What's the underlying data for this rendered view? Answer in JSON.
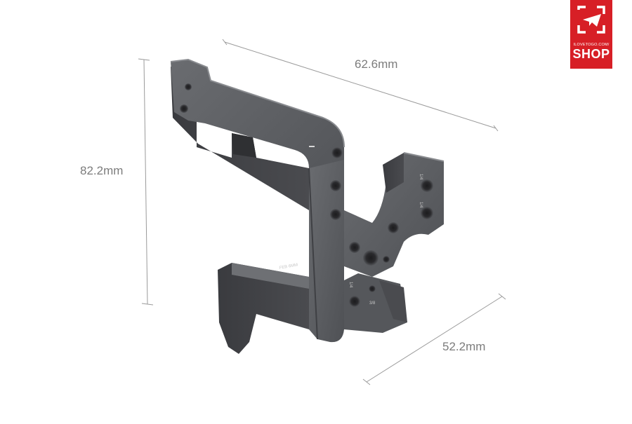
{
  "dimensions": {
    "width": "62.6mm",
    "height": "82.2mm",
    "depth": "52.2mm"
  },
  "product": {
    "engravings": [
      "1/4",
      "1/4",
      "1/4",
      "3/8",
      "FEB 6MM"
    ]
  },
  "logo": {
    "site": "ILOVETOGO.COM/",
    "shop": "SHOP"
  },
  "colors": {
    "metal": "#5d5f63",
    "metal_dark": "#3f4044",
    "metal_light": "#8a8c90",
    "dimension_line": "#9a9a9a",
    "logo_red": "#d71f26"
  }
}
